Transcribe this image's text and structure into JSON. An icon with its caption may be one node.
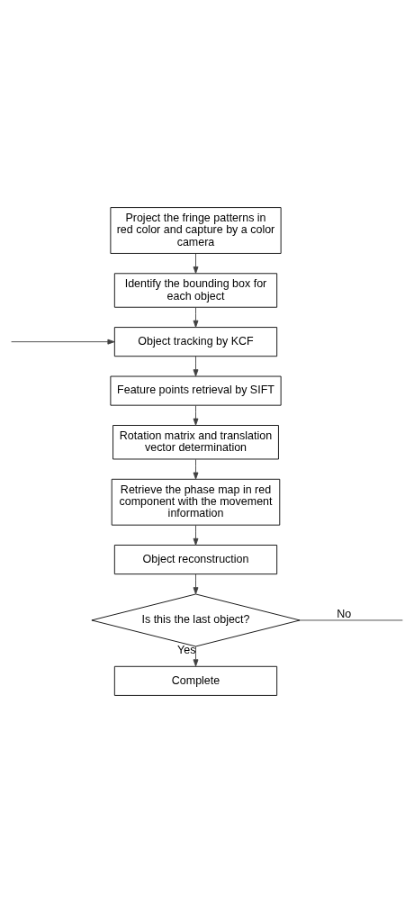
{
  "diagram": {
    "nodes": [
      {
        "text": [
          "Project the fringe patterns in red color and capture by a color camera"
        ]
      },
      {
        "text": [
          "Identify the bounding box for each object"
        ]
      },
      {
        "text": [
          "Object tracking by KCF"
        ]
      },
      {
        "text": [
          "Feature points retrieval by SIFT"
        ]
      },
      {
        "text": [
          "Rotation matrix and translation vector determination"
        ]
      },
      {
        "text": [
          "Retrieve the phase map in red component with the movement information"
        ]
      },
      {
        "text": [
          "Object reconstruction"
        ]
      },
      {
        "text": [
          "Is this the last object?"
        ]
      },
      {
        "text": [
          "Complete"
        ]
      }
    ],
    "edges": [
      {
        "from": 0,
        "to": 1,
        "arrow": "to"
      },
      {
        "from": 1,
        "to": 2,
        "arrow": "to"
      },
      {
        "from": 2,
        "to": 3,
        "arrow": "to"
      },
      {
        "from": 3,
        "to": 4,
        "arrow": "to"
      },
      {
        "from": 4,
        "to": 5,
        "arrow": "to"
      },
      {
        "from": 5,
        "to": 6,
        "arrow": "to"
      },
      {
        "from": 6,
        "to": 7,
        "arrow": "to"
      },
      {
        "from": 7,
        "to": 8,
        "label": "Yes",
        "arrow": "to"
      },
      {
        "from": 7,
        "to": null,
        "label": "No",
        "arrow": "none"
      },
      {
        "from": null,
        "to": 2,
        "arrow": "to"
      }
    ]
  }
}
